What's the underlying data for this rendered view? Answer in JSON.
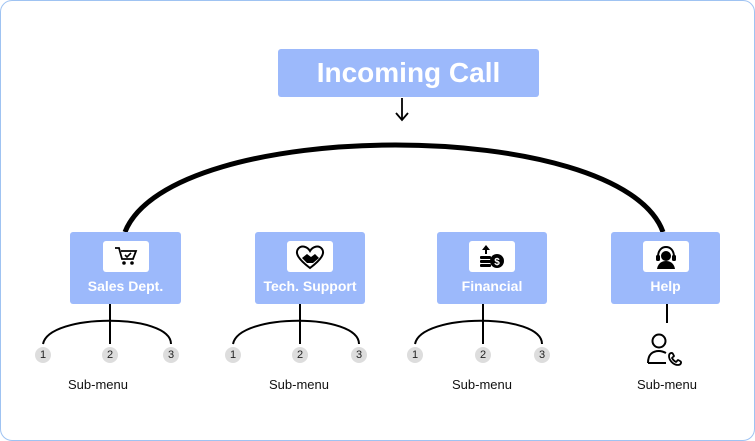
{
  "root": {
    "title": "Incoming Call"
  },
  "departments": [
    {
      "label": "Sales Dept.",
      "icon": "shopping-cart-icon",
      "branches": [
        "1",
        "2",
        "3"
      ],
      "submenu": "Sub-menu"
    },
    {
      "label": "Tech. Support",
      "icon": "handshake-heart-icon",
      "branches": [
        "1",
        "2",
        "3"
      ],
      "submenu": "Sub-menu"
    },
    {
      "label": "Financial",
      "icon": "money-coins-icon",
      "branches": [
        "1",
        "2",
        "3"
      ],
      "submenu": "Sub-menu"
    },
    {
      "label": "Help",
      "icon": "headset-agent-icon",
      "branches": [],
      "submenu": "Sub-menu"
    }
  ],
  "colors": {
    "box": "#9cb9fb",
    "text": "#ffffff",
    "line": "#000000",
    "frame": "#9fc3f2"
  }
}
